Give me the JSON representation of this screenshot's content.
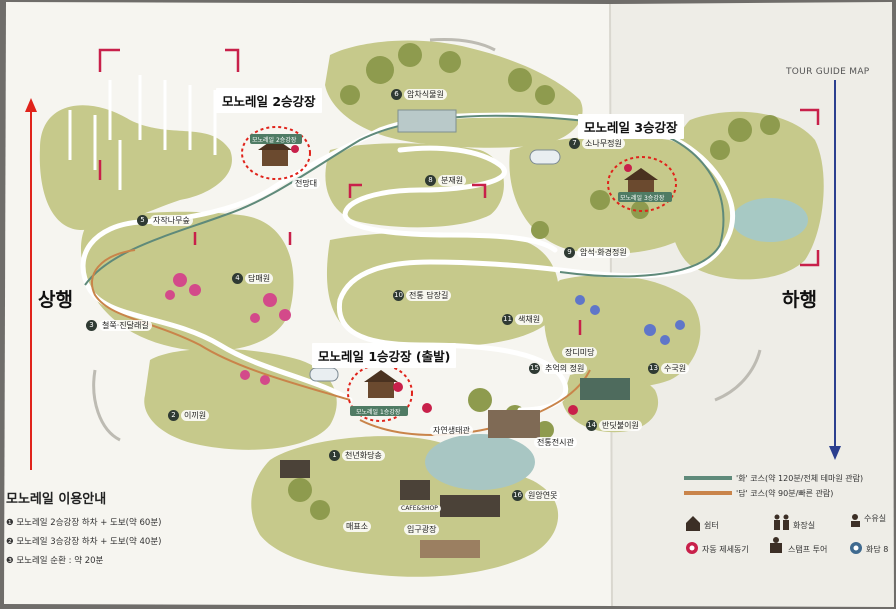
{
  "header": {
    "tour_guide_map": "TOUR GUIDE MAP"
  },
  "callouts": {
    "monorail_2": "모노레일 2승강장",
    "monorail_3": "모노레일 3승강장",
    "monorail_1": "모노레일 1승강장 (출발)"
  },
  "directions": {
    "up": "상행",
    "down": "하행"
  },
  "station_signs": {
    "s1": "모노레일 1승강장",
    "s2": "모노레일 2승강장",
    "s3": "모노레일 3승강장"
  },
  "spots": [
    {
      "num": "1",
      "label": "천년화당송"
    },
    {
      "num": "2",
      "label": "이끼원"
    },
    {
      "num": "3",
      "label": "철쭉·진달래길"
    },
    {
      "num": "4",
      "label": "담매원"
    },
    {
      "num": "5",
      "label": "자작나무숲"
    },
    {
      "num": "6",
      "label": "암차식물원"
    },
    {
      "num": "7",
      "label": "소나무정원"
    },
    {
      "num": "8",
      "label": "분재원"
    },
    {
      "num": "9",
      "label": "암석·화경정원"
    },
    {
      "num": "10",
      "label": "전통 담장길"
    },
    {
      "num": "11",
      "label": "색채원"
    },
    {
      "num": "13",
      "label": "수국원"
    },
    {
      "num": "14",
      "label": "반딧불이원"
    },
    {
      "num": "15",
      "label": "추억의 정원"
    },
    {
      "num": "16",
      "label": "원앙연못"
    }
  ],
  "minor_labels": {
    "jeonmangdae": "전망대",
    "jangdokdae": "장디미당",
    "ipgu": "입구광장",
    "cafe": "CAFE&SHOP",
    "maepyoso": "매표소",
    "jayeon": "자연생태관",
    "jeonsi": "전통전시관"
  },
  "guide": {
    "title": "모노레일 이용안내",
    "lines": [
      "❶ 모노레일 2승강장 하차 + 도보(약 60분)",
      "❷ 모노레일 3승강장 하차 + 도보(약 40분)",
      "❸ 모노레일 순환 : 약 20분"
    ]
  },
  "legend": {
    "course_green": "'화' 코스(약 120분/전체 테마원 관람)",
    "course_orange": "'담' 코스(약 90분/빠른 관람)",
    "rest": "쉼터",
    "toilet": "화장실",
    "nursing": "수유실",
    "aed": "자동 제세동기",
    "stamp": "스탬프 투어",
    "photo": "화담 8"
  },
  "colors": {
    "paper": "#f6f5f0",
    "land": "#c7c98a",
    "land_dark": "#9da85c",
    "track": "#ffffff",
    "course_green": "#5f8a7a",
    "course_orange": "#c9844a",
    "red_arrow": "#e0231b",
    "blue_arrow": "#2b3f8f",
    "marker": "#c8204a"
  }
}
